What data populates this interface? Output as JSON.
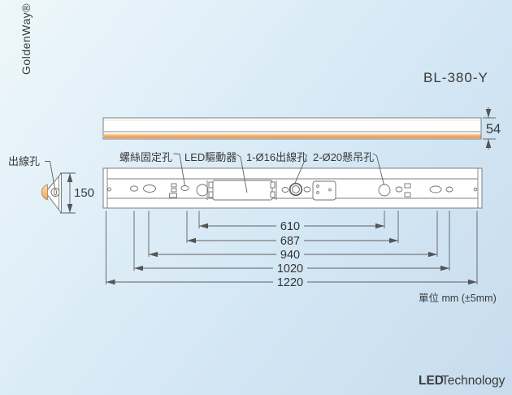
{
  "brand": {
    "logo": "GoldenWay®"
  },
  "model": "BL-380-Y",
  "labels": {
    "outlet": "出線孔",
    "screw": "螺絲固定孔",
    "driver": "LED驅動器",
    "wire": "1-Ø16出線孔",
    "hang": "2-Ø20懸吊孔"
  },
  "dims": {
    "h54": "54",
    "h150": "150",
    "d610": "610",
    "d687": "687",
    "d940": "940",
    "d1020": "1020",
    "d1220": "1220"
  },
  "note": "單位 mm (±5mm)",
  "footer": {
    "led": "LED",
    "tech": "Technology"
  },
  "colors": {
    "background": "#d3e6f4",
    "accent_orange": "#efa860",
    "brand_blue": "#2e5f9e",
    "brand_blue_light": "#8aa9cb",
    "logo_blue": "#a3c0d6",
    "line_gray": "#7d7d7d"
  }
}
